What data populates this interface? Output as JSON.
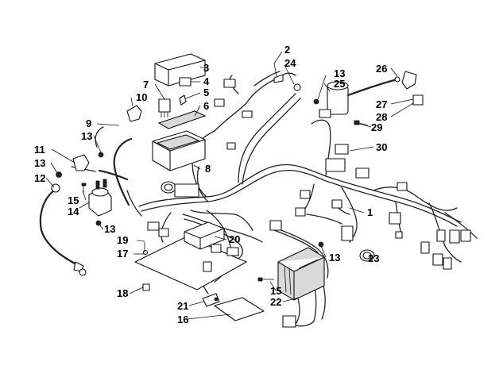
{
  "callouts": {
    "c1": "1",
    "c2": "2",
    "c3": "3",
    "c4": "4",
    "c5": "5",
    "c6": "6",
    "c7": "7",
    "c8": "8",
    "c9": "9",
    "c10": "10",
    "c11": "11",
    "c12": "12",
    "c13a": "13",
    "c13b": "13",
    "c13c": "13",
    "c13d": "13",
    "c13e": "13",
    "c14": "14",
    "c15a": "15",
    "c15b": "15",
    "c16": "16",
    "c17": "17",
    "c18": "18",
    "c19": "19",
    "c20": "20",
    "c21": "21",
    "c22": "22",
    "c23": "23",
    "c24": "24",
    "c25": "25",
    "c26": "26",
    "c27": "27",
    "c28": "28",
    "c29": "29",
    "c30": "30"
  }
}
